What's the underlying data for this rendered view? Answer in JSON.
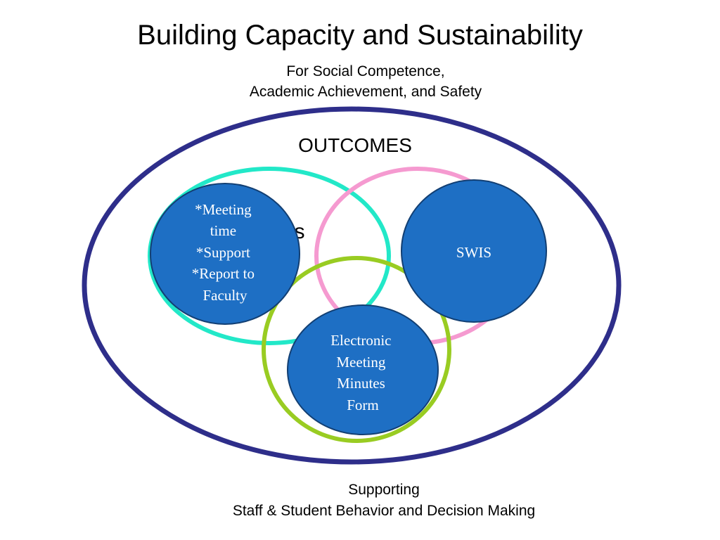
{
  "title": "Building Capacity and Sustainability",
  "subtitle": {
    "line1": "For Social Competence,",
    "line2": "Academic Achievement, and Safety"
  },
  "outer_label": "OUTCOMES",
  "partial_label": "s",
  "nodes": {
    "meeting": [
      "*Meeting",
      "time",
      "*Support",
      "*Report to",
      "Faculty"
    ],
    "swis": [
      "SWIS"
    ],
    "minutes": [
      "Electronic",
      "Meeting",
      "Minutes",
      "Form"
    ]
  },
  "footer": {
    "line1": "Supporting",
    "line2": "Staff & Student Behavior and Decision Making"
  },
  "colors": {
    "outer_ring": "#2e2e8a",
    "teal_ring": "#22e8c8",
    "pink_ring": "#f59ad0",
    "green_ring": "#99cc22",
    "node_fill": "#1e6fc4",
    "node_stroke": "#123f73"
  }
}
